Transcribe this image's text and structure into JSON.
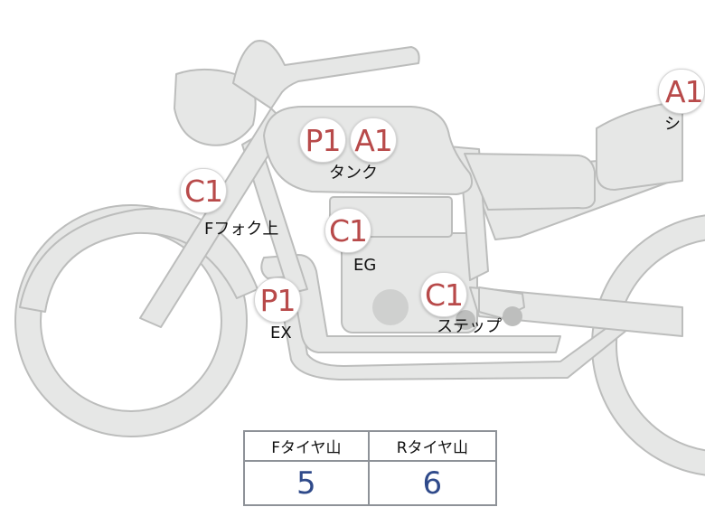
{
  "colors": {
    "bike_fill": "#e6e7e6",
    "bike_stroke": "#bcbdbc",
    "engine_dot": "#cfd0cf",
    "badge_text": "#b84a4a",
    "value_text": "#2f4a8a"
  },
  "badges": [
    {
      "id": "tank-p",
      "code": "P1"
    },
    {
      "id": "tank-a",
      "code": "A1"
    },
    {
      "id": "fork",
      "code": "C1"
    },
    {
      "id": "engine",
      "code": "C1"
    },
    {
      "id": "exhaust",
      "code": "P1"
    },
    {
      "id": "step",
      "code": "C1"
    },
    {
      "id": "seat",
      "code": "A1"
    }
  ],
  "labels": {
    "tank": "タンク",
    "fork": "Fフォク上",
    "engine": "EG",
    "exhaust": "EX",
    "step": "ステップ",
    "seat": "シ"
  },
  "tire_tread": {
    "headers": [
      "Fタイヤ山",
      "Rタイヤ山"
    ],
    "values": [
      "5",
      "6"
    ]
  }
}
